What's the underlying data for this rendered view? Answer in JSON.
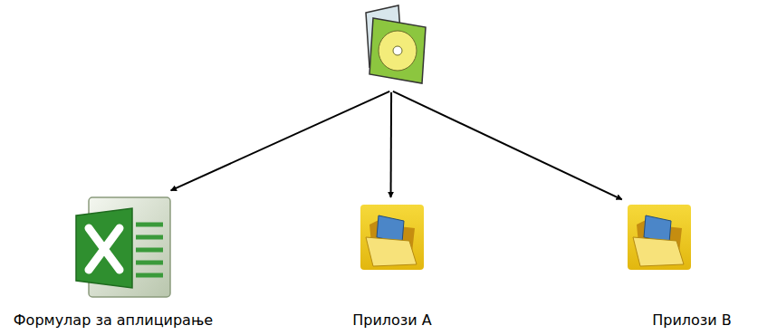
{
  "diagram": {
    "nodes": [
      {
        "text": []
      },
      {
        "text": [
          "Формулар за аплицирање"
        ]
      },
      {
        "text": [
          "Прилози А"
        ]
      },
      {
        "text": [
          "Прилози В"
        ]
      }
    ],
    "edges": [
      {
        "from": 0,
        "to": 1,
        "arrow": "to"
      },
      {
        "from": 0,
        "to": 2,
        "arrow": "to"
      },
      {
        "from": 0,
        "to": 3,
        "arrow": "to"
      }
    ]
  }
}
